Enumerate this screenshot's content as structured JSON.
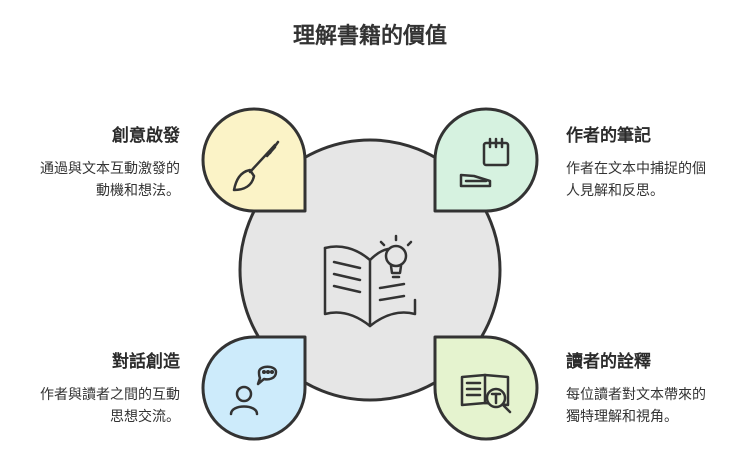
{
  "title": "理解書籍的價值",
  "items": [
    {
      "key": "top_left",
      "heading": "創意啟發",
      "lines": [
        "通過與文本互動激發的",
        "動機和想法。"
      ],
      "color": "#fbf3c7",
      "icon": "paintbrush-icon"
    },
    {
      "key": "top_right",
      "heading": "作者的筆記",
      "lines": [
        "作者在文本中捕捉的個",
        "人見解和反思。"
      ],
      "color": "#d6f2e0",
      "icon": "notepad-pen-icon"
    },
    {
      "key": "bottom_left",
      "heading": "對話創造",
      "lines": [
        "作者與讀者之間的互動",
        "思想交流。"
      ],
      "color": "#cdebfb",
      "icon": "person-speech-icon"
    },
    {
      "key": "bottom_right",
      "heading": "讀者的詮釋",
      "lines": [
        "每位讀者對文本帶來的",
        "獨特理解和視角。"
      ],
      "color": "#e5f3cf",
      "icon": "book-magnifier-icon"
    }
  ],
  "center": {
    "icon": "open-book-lightbulb-icon",
    "color": "#e6e6e6"
  },
  "stroke": "#333333"
}
